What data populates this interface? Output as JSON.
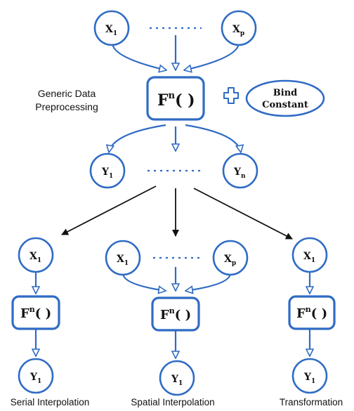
{
  "colors": {
    "flow": "#2f6bc4",
    "text": "#111111",
    "arrow_black": "#111111"
  },
  "top": {
    "inputs": {
      "first": "X",
      "first_sub": "1",
      "last": "X",
      "last_sub": "p"
    },
    "function": {
      "base": "F",
      "sup": "n",
      "parens": "( )"
    },
    "label_line1": "Generic Data",
    "label_line2": "Preprocessing",
    "bind_line1": "Bind",
    "bind_line2": "Constant",
    "plus_icon": "plus-icon",
    "outputs": {
      "first": "Y",
      "first_sub": "1",
      "last": "Y",
      "last_sub": "n"
    }
  },
  "branches": {
    "serial": {
      "input": {
        "text": "X",
        "sub": "1"
      },
      "function": {
        "base": "F",
        "sup": "n",
        "parens": "( )"
      },
      "output": {
        "text": "Y",
        "sub": "1"
      },
      "label": "Serial Interpolation"
    },
    "spatial": {
      "inputs": {
        "first": "X",
        "first_sub": "1",
        "last": "X",
        "last_sub": "p"
      },
      "function": {
        "base": "F",
        "sup": "n",
        "parens": "( )"
      },
      "output": {
        "text": "Y",
        "sub": "1"
      },
      "label": "Spatial Interpolation"
    },
    "transformation": {
      "input": {
        "text": "X",
        "sub": "1"
      },
      "function": {
        "base": "F",
        "sup": "n",
        "parens": "( )"
      },
      "output": {
        "text": "Y",
        "sub": "1"
      },
      "label": "Transformation"
    }
  }
}
